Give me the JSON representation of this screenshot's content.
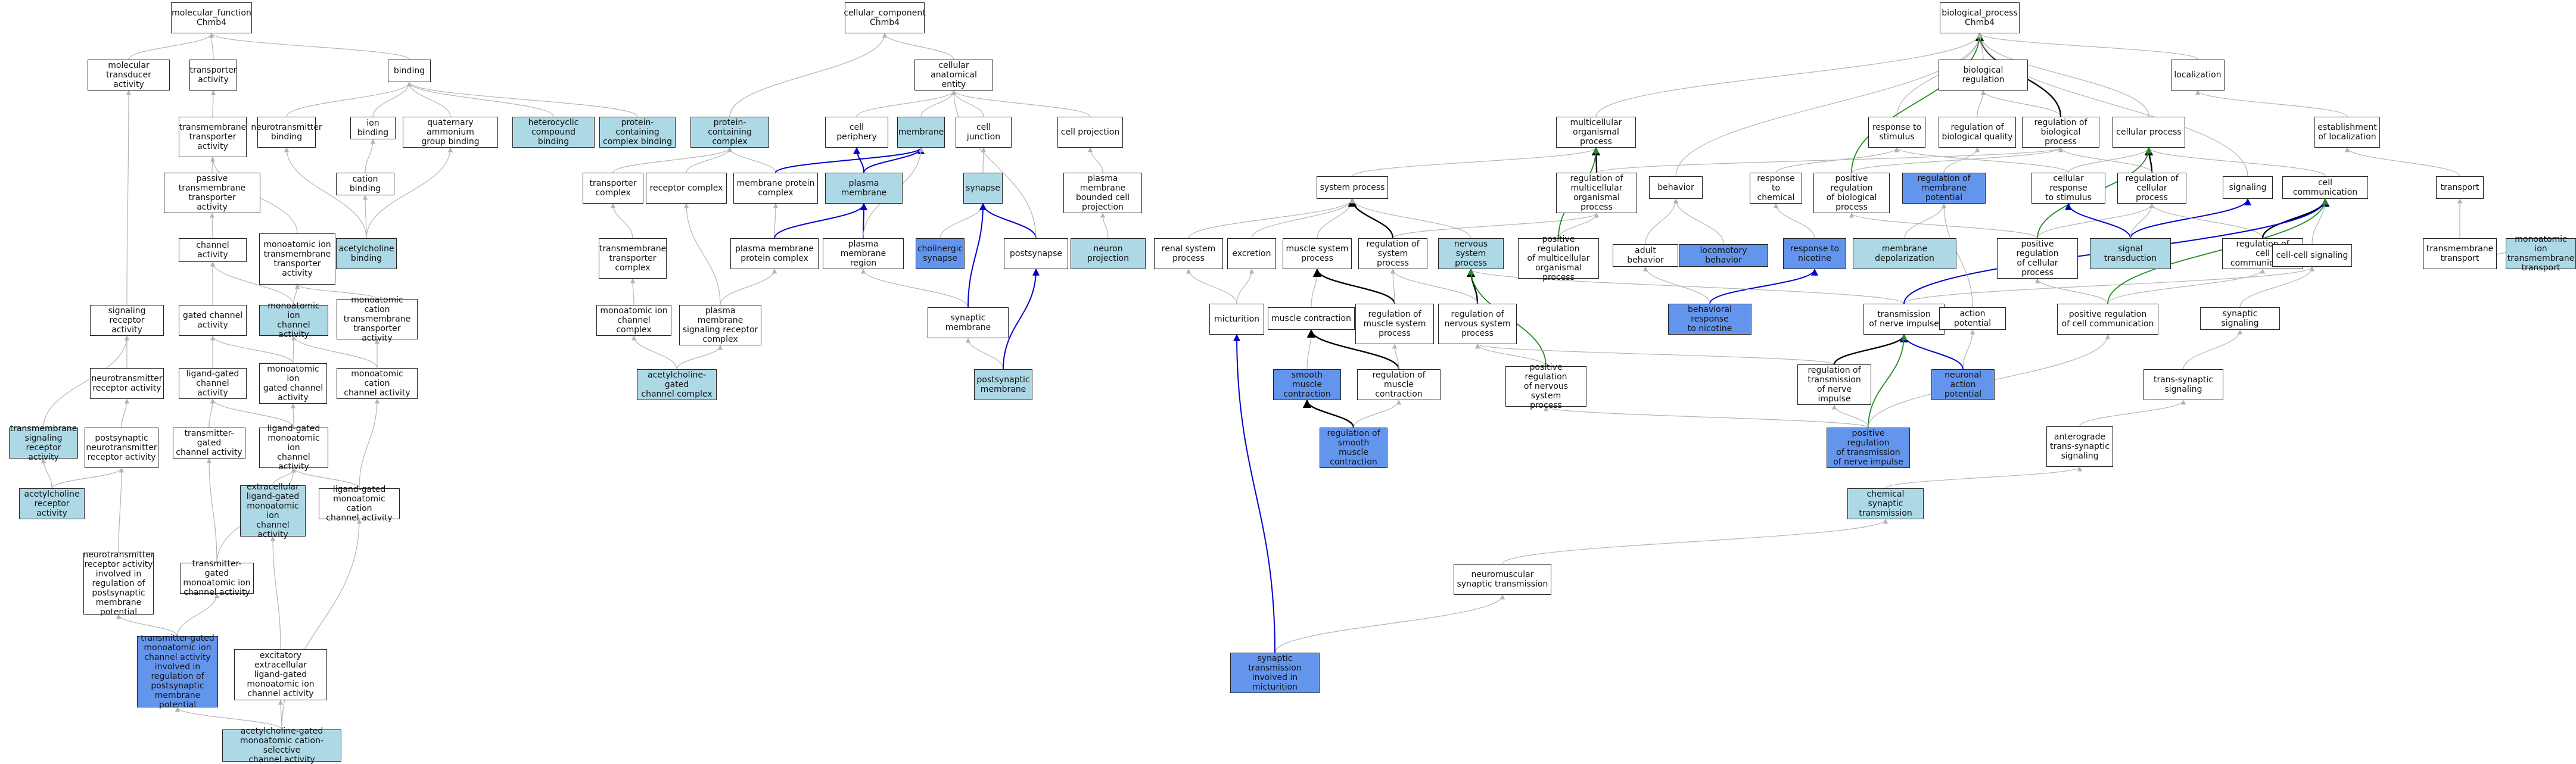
{
  "palette": {
    "default": "#ffffff",
    "light": "#add8e6",
    "blue": "#6495ed",
    "edge_gray": "#b4b4b4",
    "edge_black": "#000000",
    "edge_blue": "#0000cd",
    "edge_green": "#228b22"
  },
  "nodes": {
    "mf": "molecular_function\nChmb4",
    "mtransd": "molecular transducer\nactivity",
    "transp": "transporter\nactivity",
    "binding": "binding",
    "tmtransp": "transmembrane\ntransporter\nactivity",
    "ntbind": "neurotransmitter\nbinding",
    "ionbind": "ion binding",
    "qamm": "quaternary ammonium\ngroup binding",
    "hetero": "heterocyclic\ncompound binding",
    "pcbind": "protein-containing\ncomplex binding",
    "passive": "passive transmembrane\ntransporter\nactivity",
    "cationbind": "cation binding",
    "chanact": "channel activity",
    "achbind": "acetylcholine\nbinding",
    "monotm": "monoatomic ion\ntransmembrane\ntransporter\nactivity",
    "sigrec": "signaling receptor\nactivity",
    "gated": "gated channel\nactivity",
    "monochan": "monoatomic ion\nchannel activity",
    "monocattm": "monoatomic cation\ntransmembrane\ntransporter\nactivity",
    "ntrec": "neurotransmitter\nreceptor activity",
    "ligchan": "ligand-gated\nchannel activity",
    "monogated": "monoatomic ion\ngated channel\nactivity",
    "monocatchan": "monoatomic cation\nchannel activity",
    "tmsigrec": "transmembrane\nsignaling receptor\nactivity",
    "postnt": "postsynaptic\nneurotransmitter\nreceptor activity",
    "tgated": "transmitter-gated\nchannel activity",
    "liggmono": "ligand-gated\nmonoatomic ion\nchannel activity",
    "achrec": "acetylcholine\nreceptor activity",
    "extlig": "extracellular\nligand-gated\nmonoatomic ion\nchannel activity",
    "liggcat": "ligand-gated\nmonoatomic cation\nchannel activity",
    "ntrecinv": "neurotransmitter\nreceptor activity\ninvolved in\nregulation of\npostsynaptic\nmembrane potential",
    "tgmono": "transmitter-gated\nmonoatomic ion\nchannel activity",
    "tgmonoinv": "transmitter-gated\nmonoatomic ion\nchannel activity\ninvolved in\nregulation of\npostsynaptic\nmembrane potential",
    "excext": "excitatory extracellular\nligand-gated\nmonoatomic ion\nchannel activity",
    "achgcat": "acetylcholine-gated\nmonoatomic cation-selective\nchannel activity",
    "cc": "cellular_component\nChmb4",
    "cae": "cellular anatomical\nentity",
    "pcc": "protein-containing\ncomplex",
    "cperiph": "cell periphery",
    "membrane": "membrane",
    "celljunc": "cell junction",
    "cellproj": "cell projection",
    "tcomplex": "transporter\ncomplex",
    "rcomplex": "receptor complex",
    "mpcomplex": "membrane protein\ncomplex",
    "plasmam": "plasma membrane",
    "synapse": "synapse",
    "pmbcp": "plasma membrane\nbounded cell\nprojection",
    "tmtcomplex": "transmembrane\ntransporter\ncomplex",
    "pmpc": "plasma membrane\nprotein complex",
    "pmregion": "plasma membrane\nregion",
    "cholsyn": "cholinergic\nsynapse",
    "postsyn": "postsynapse",
    "neuproj": "neuron projection",
    "monochcomp": "monoatomic ion\nchannel complex",
    "pmsrc": "plasma membrane\nsignaling receptor\ncomplex",
    "synmem": "synaptic membrane",
    "achgccomp": "acetylcholine-gated\nchannel complex",
    "postsynmem": "postsynaptic\nmembrane",
    "bp": "biological_process\nChmb4",
    "bioreg": "biological regulation",
    "localiz": "localization",
    "multiorg": "multicellular\norganismal process",
    "respstim": "response to\nstimulus",
    "regbq": "regulation of\nbiological quality",
    "regbp": "regulation of\nbiological process",
    "cellproc": "cellular process",
    "estloc": "establishment\nof localization",
    "sysproc": "system process",
    "regmop": "regulation of\nmulticellular\norganismal process",
    "behavior": "behavior",
    "respchem": "response to\nchemical",
    "posregbp": "positive regulation\nof biological\nprocess",
    "regmp": "regulation of\nmembrane potential",
    "cellresp": "cellular response\nto stimulus",
    "regcp": "regulation of\ncellular process",
    "signaling": "signaling",
    "cellcomm": "cell communication",
    "transport": "transport",
    "renal": "renal system\nprocess",
    "excretion": "excretion",
    "musclesys": "muscle system\nprocess",
    "regsys": "regulation of\nsystem process",
    "nsp": "nervous system\nprocess",
    "posregmop": "positive regulation\nof multicellular\norganismal process",
    "adultbeh": "adult behavior",
    "locobeh": "locomotory behavior",
    "respnic": "response to\nnicotine",
    "memdepol": "membrane depolarization",
    "posregcp": "positive regulation\nof cellular\nprocess",
    "sigtrans": "signal transduction",
    "regcc": "regulation of\ncell communication",
    "cellcellsig": "cell-cell signaling",
    "tmtransport": "transmembrane\ntransport",
    "monotmtransport": "monoatomic ion\ntransmembrane\ntransport",
    "micturition": "micturition",
    "musclecon": "muscle contraction",
    "regmsp": "regulation of\nmuscle system\nprocess",
    "regnsp": "regulation of\nnervous system\nprocess",
    "behresp": "behavioral response\nto nicotine",
    "transnerve": "transmission\nof nerve impulse",
    "actionpot": "action potential",
    "posregcc": "positive regulation\nof cell communication",
    "synsig": "synaptic signaling",
    "smoothcon": "smooth muscle\ncontraction",
    "regmcon": "regulation of\nmuscle contraction",
    "posregnsp": "positive regulation\nof nervous system\nprocess",
    "regtransnerve": "regulation of\ntransmission\nof nerve impulse",
    "neuronap": "neuronal action\npotential",
    "transsyn": "trans-synaptic\nsignaling",
    "regsmc": "regulation of\nsmooth muscle\ncontraction",
    "posregtrans": "positive regulation\nof transmission\nof nerve impulse",
    "anterograde": "anterograde\ntrans-synaptic\nsignaling",
    "chemsyn": "chemical synaptic\ntransmission",
    "nmsyn": "neuromuscular\nsynaptic transmission",
    "syntransmic": "synaptic transmission\ninvolved in\nmicturition"
  }
}
